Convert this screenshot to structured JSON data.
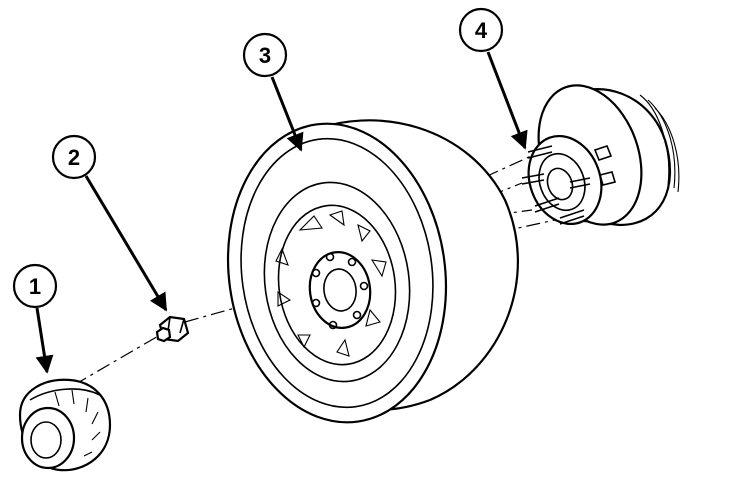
{
  "callouts": [
    {
      "label": "1",
      "part": "hub-cap"
    },
    {
      "label": "2",
      "part": "lug-nut"
    },
    {
      "label": "3",
      "part": "wheel-and-tire"
    },
    {
      "label": "4",
      "part": "hub-and-rotor"
    }
  ]
}
